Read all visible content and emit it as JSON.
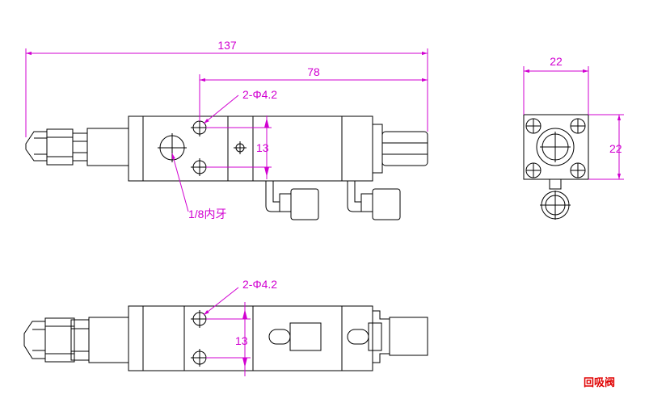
{
  "dimensions": {
    "overall_length": "137",
    "hole_span": "78",
    "hole_spec_top": "2-Φ4.2",
    "hole_spacing_top": "13",
    "thread": "1/8内牙",
    "end_width": "22",
    "end_height": "22",
    "hole_spec_bottom": "2-Φ4.2",
    "hole_spacing_bottom": "13"
  },
  "title": "回吸阀",
  "colors": {
    "outline": "#000000",
    "dimension": "#d100d1",
    "title": "#e00000",
    "background": "#ffffff"
  }
}
